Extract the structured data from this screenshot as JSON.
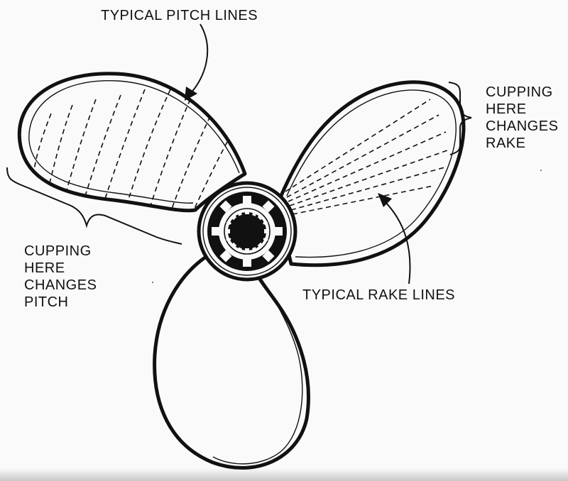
{
  "labels": {
    "pitch_lines": "TYPICAL PITCH LINES",
    "rake_lines": "TYPICAL RAKE LINES",
    "cupping_rake": [
      "CUPPING",
      "HERE",
      "CHANGES",
      "RAKE"
    ],
    "cupping_pitch": [
      "CUPPING",
      "HERE",
      "CHANGES",
      "PITCH"
    ]
  },
  "colors": {
    "ink": "#111111",
    "paper": "#fafafa"
  }
}
